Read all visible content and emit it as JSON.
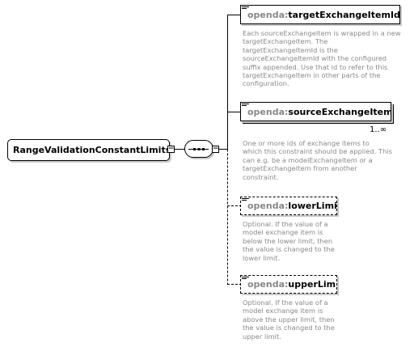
{
  "root": {
    "label": "RangeValidationConstantLimits..."
  },
  "compositor": {
    "type": "sequence",
    "icon": "sequence-icon"
  },
  "elements": [
    {
      "prefix": "openda:",
      "name": "targetExchangeItemIdS...",
      "optional": false,
      "documentation": "Each sourceExchangeItem is wrapped in a new\ntargetExchangeItem. The\ntargetExchangeItemId is the\nsourceExchangeItemId with the configured\nsuffix appended. Use that id to refer to this\ntargetExchangeItem in other parts of the\nconfiguration."
    },
    {
      "prefix": "openda:",
      "name": "sourceExchangeItemId",
      "optional": false,
      "cardinality": "1..∞",
      "documentation": "One or more ids of exchange items to\nwhich this constraint should be applied. This\ncan e.g. be a modelExchangeItem or a\ntargetExchangeItem from another\nconstraint."
    },
    {
      "prefix": "openda:",
      "name": "lowerLimit",
      "optional": true,
      "documentation": "Optional. If the value of a\nmodel exchange item is\nbelow the lower limit, then\nthe value is changed to the\nlower limit."
    },
    {
      "prefix": "openda:",
      "name": "upperLimit",
      "optional": true,
      "documentation": "Optional. If the value of a\nmodel exchange item is\nabove the upper limit, then\nthe value is changed to the\nupper limit."
    }
  ],
  "colors": {
    "prefix": "#888888",
    "documentation": "#8a8a8a",
    "border": "#000000",
    "shadow": "#c8c8c8"
  }
}
